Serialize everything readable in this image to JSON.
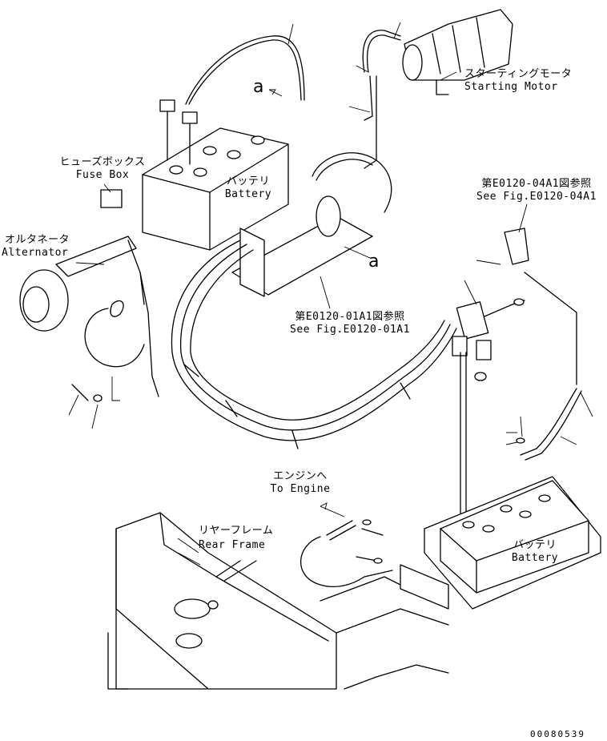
{
  "labels": {
    "starting_motor_jp": "スターティングモータ",
    "starting_motor_en": "Starting Motor",
    "fuse_box_jp": "ヒューズボックス",
    "fuse_box_en": "Fuse Box",
    "battery_upper_jp": "バッテリ",
    "battery_upper_en": "Battery",
    "alternator_jp": "オルタネータ",
    "alternator_en": "Alternator",
    "ref_04a1_jp": "第E0120-04A1図参照",
    "ref_04a1_en": "See Fig.E0120-04A1",
    "ref_01a1_jp": "第E0120-01A1図参照",
    "ref_01a1_en": "See Fig.E0120-01A1",
    "to_engine_jp": "エンジンへ",
    "to_engine_en": "To Engine",
    "rear_frame_jp": "リヤーフレーム",
    "rear_frame_en": "Rear Frame",
    "battery_lower_jp": "バッテリ",
    "battery_lower_en": "Battery",
    "view_a_top": "a",
    "view_a_mid": "a",
    "drawing_code": "00080539"
  }
}
